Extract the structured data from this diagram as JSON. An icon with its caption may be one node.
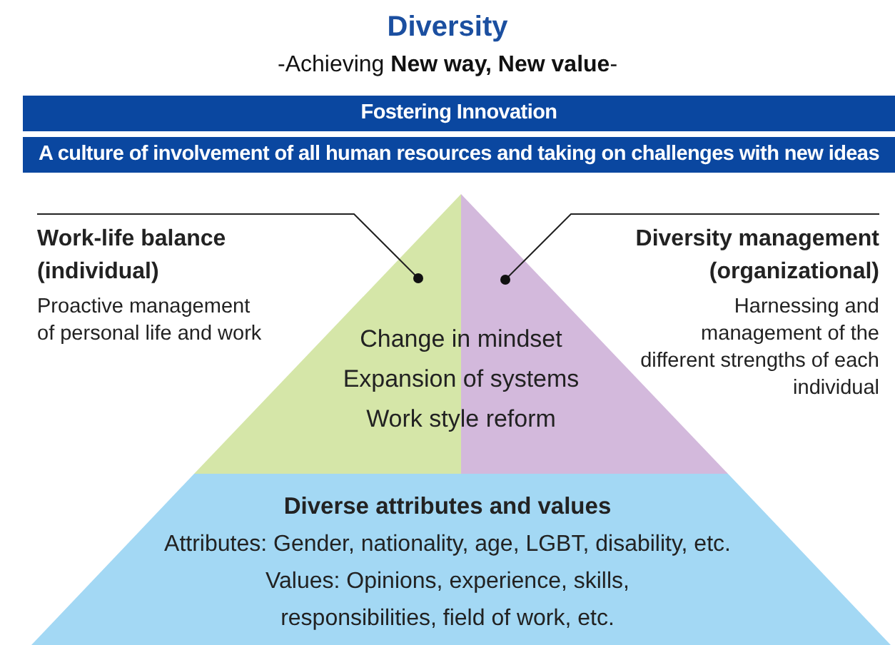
{
  "diagram": {
    "title": "Diversity",
    "nodes": [
      {
        "text": [
          "Fostering Innovation"
        ]
      },
      {
        "text": [
          "A culture of involvement of all human resources and taking on challenges with new ideas"
        ]
      },
      {
        "text": [],
        "shape": "triangle"
      },
      {
        "text": [],
        "shape": "triangle"
      },
      {
        "text": [
          "Change in mindset",
          "Expansion of systems",
          "Work style reform"
        ]
      },
      {
        "text": [
          "Work-life balance (individual)",
          "Proactive management of personal life and work"
        ]
      },
      {
        "text": [
          "Diversity management (organizational)",
          "Harnessing and management of the different strengths of each individual"
        ]
      },
      {
        "text": [
          "Diverse attributes and values",
          "Attributes: Gender, nationality, age, LGBT, disability, etc.",
          "Values: Opinions, experience, skills, responsibilities, field of work, etc."
        ]
      }
    ],
    "edges": [
      {
        "from": 5,
        "to": 2,
        "arrow": "other"
      },
      {
        "from": 6,
        "to": 3,
        "arrow": "other"
      }
    ],
    "labels": [
      "-Achieving **New way, New value**-"
    ]
  }
}
